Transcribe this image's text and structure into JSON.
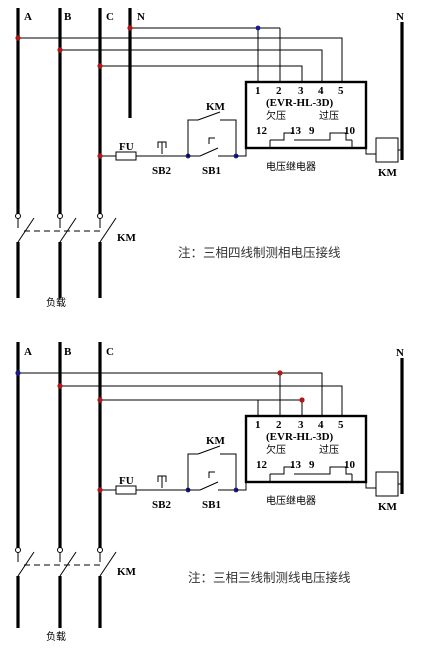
{
  "colors": {
    "phase_wire": "#6f6fb6",
    "phase_wire_c": "#b05a5a",
    "junction_red": "#b01818",
    "junction_blue": "#1a1a8c"
  },
  "diagram1": {
    "phase_a": "A",
    "phase_b": "B",
    "phase_c": "C",
    "neutral_mid": "N",
    "neutral_right": "N",
    "relay_terminals": [
      "1",
      "2",
      "3",
      "4",
      "5"
    ],
    "relay_model": "(EVR-HL-3D)",
    "undervoltage": "欠压",
    "overvoltage": "过压",
    "contact_terms": [
      "12",
      "13",
      "9",
      "10"
    ],
    "relay_name": "电压继电器",
    "fuse": "FU",
    "sb2": "SB2",
    "sb1": "SB1",
    "km_contact": "KM",
    "km_coil": "KM",
    "km_main": "KM",
    "load": "负载",
    "note": "注：三相四线制测相电压接线"
  },
  "diagram2": {
    "phase_a": "A",
    "phase_b": "B",
    "phase_c": "C",
    "neutral_right": "N",
    "relay_terminals": [
      "1",
      "2",
      "3",
      "4",
      "5"
    ],
    "relay_model": "(EVR-HL-3D)",
    "undervoltage": "欠压",
    "overvoltage": "过压",
    "contact_terms": [
      "12",
      "13",
      "9",
      "10"
    ],
    "relay_name": "电压继电器",
    "fuse": "FU",
    "sb2": "SB2",
    "sb1": "SB1",
    "km_contact": "KM",
    "km_coil": "KM",
    "km_main": "KM",
    "load": "负载",
    "note": "注：三相三线制测线电压接线"
  }
}
